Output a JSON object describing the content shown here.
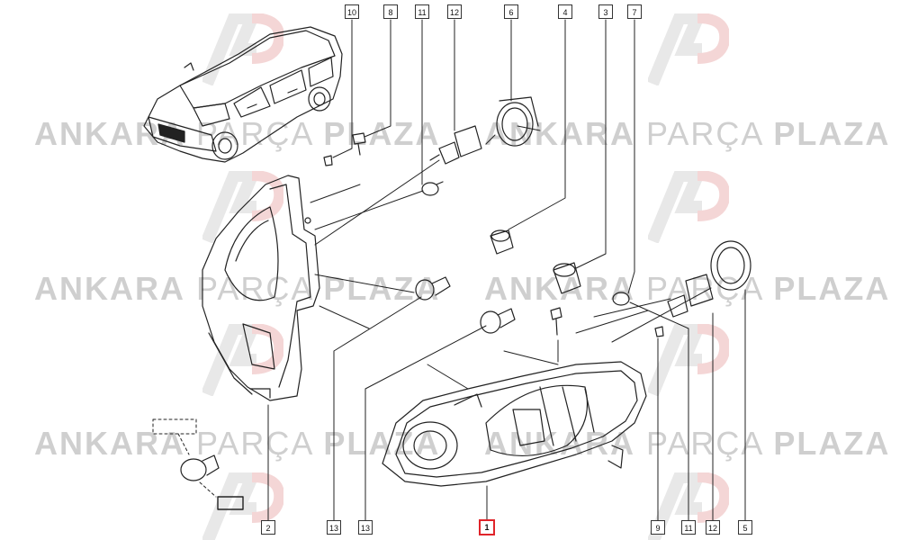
{
  "watermark": {
    "bold_word": "ANKARA",
    "light_word": "PARÇA",
    "bold_word_2": "PLAZA",
    "logo_letters": "AP"
  },
  "callouts": {
    "top": [
      "10",
      "8",
      "11",
      "12",
      "6",
      "4",
      "3",
      "7"
    ],
    "bottom": [
      "2",
      "13",
      "13",
      "1",
      "9",
      "11",
      "12",
      "5"
    ]
  },
  "highlight_color": "#e0242a"
}
